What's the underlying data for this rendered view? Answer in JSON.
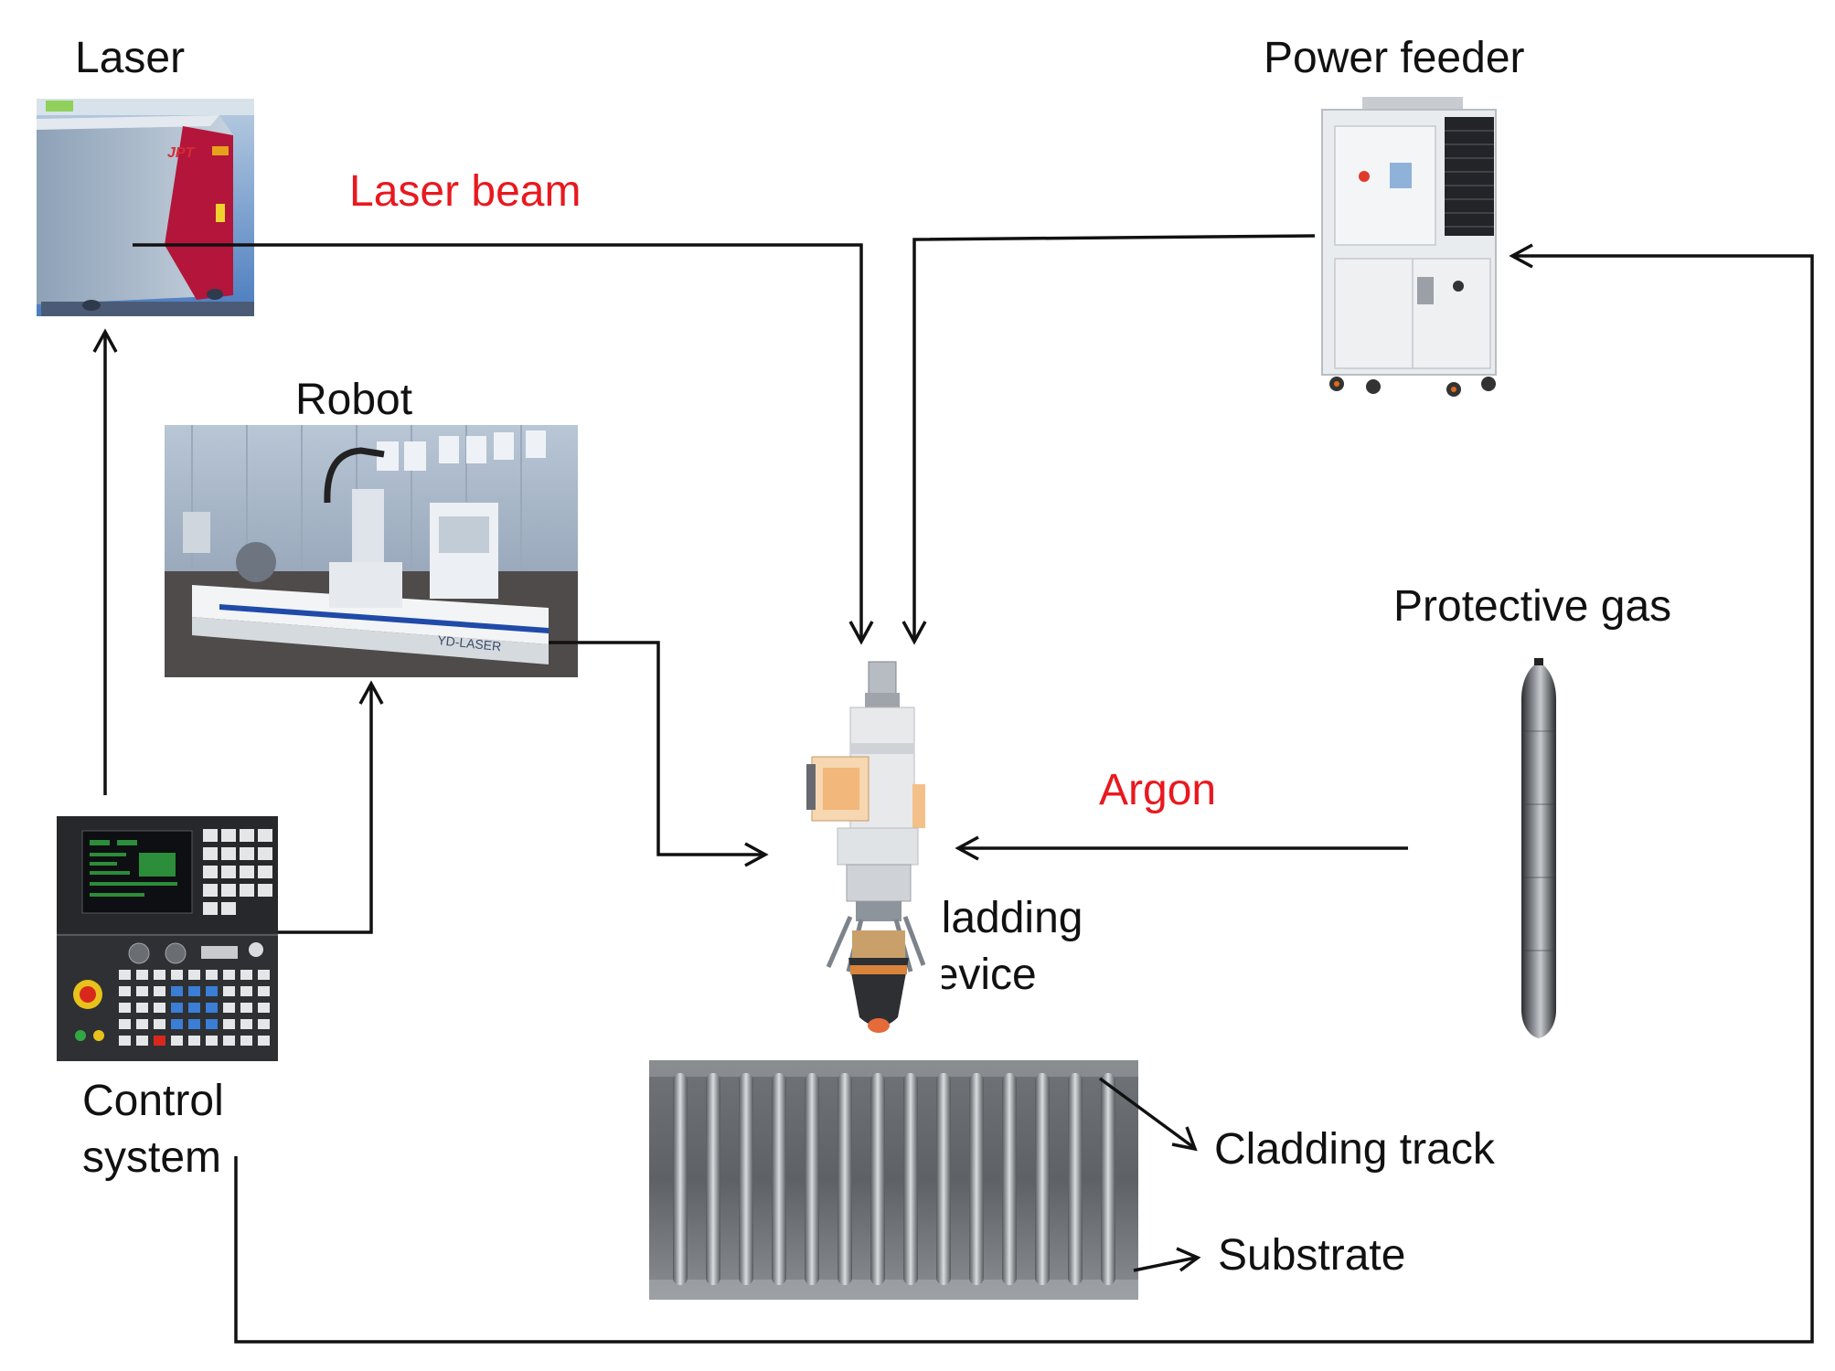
{
  "labels": {
    "laser": "Laser",
    "power_feeder": "Power feeder",
    "laser_beam": "Laser beam",
    "robot": "Robot",
    "protective_gas": "Protective gas",
    "argon": "Argon",
    "cladding_device_line1": "Cladding",
    "cladding_device_line2": "device",
    "control_system_line1": "Control",
    "control_system_line2": "system",
    "cladding_track": "Cladding track",
    "substrate": "Substrate"
  },
  "machine_marks": {
    "laser_brand": "JPT",
    "robot_brand": "YD-LASER"
  },
  "colors": {
    "line": "#111111",
    "highlight_text": "#e8191f"
  },
  "icons": {
    "laser": "laser-source-photo",
    "robot": "robot-photo",
    "power_feeder": "powder-feeder-photo",
    "protective_gas": "gas-cylinder-photo",
    "cladding_device": "cladding-head-photo",
    "control_system": "cnc-controller-photo",
    "cladding_track": "cladding-sample-photo"
  }
}
